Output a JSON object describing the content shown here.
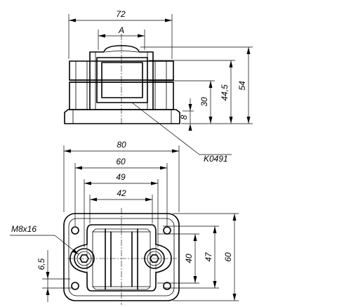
{
  "drawing": {
    "front_view": {
      "overall_width": "72",
      "clamp_width": "A",
      "height_small": "8",
      "height_center": "30",
      "height_mid": "44,5",
      "height_total": "54"
    },
    "part_number": "K0491",
    "top_view": {
      "overall_width": "80",
      "hole_spacing_x": "60",
      "width_49": "49",
      "width_42": "42",
      "screw_label": "M8x16",
      "offset_small": "6,5",
      "height_40": "40",
      "height_47": "47",
      "overall_height": "60"
    }
  }
}
